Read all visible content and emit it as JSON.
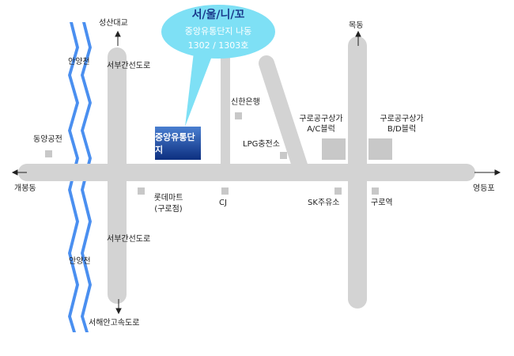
{
  "callout": {
    "title": "서/울/니/꼬",
    "subtitle": "중앙유통단지 나동",
    "units": "1302 / 1303호",
    "fill_color": "#7ee0f5"
  },
  "destination": {
    "label": "중앙유통단지",
    "color": "#1b4fa0"
  },
  "directions": {
    "north_left": "성산대교",
    "north_right": "목동",
    "south_left": "서해안고속도로",
    "west": "개봉동",
    "east": "영등포"
  },
  "roads": {
    "upper": "서부간선도로",
    "lower": "서부간선도로"
  },
  "river": {
    "upper": "안양천",
    "lower": "안양천",
    "color": "#4a8ff0"
  },
  "landmarks": {
    "dongyang": "동양공전",
    "lotte_line1": "롯데마트",
    "lotte_line2": "(구로점)",
    "cj": "CJ",
    "shinhan": "신한은행",
    "lpg": "LPG충전소",
    "sk": "SK주유소",
    "guro_station": "구로역",
    "mall_ac_line1": "구로공구상가",
    "mall_ac_line2": "A/C블럭",
    "mall_bd_line1": "구로공구상가",
    "mall_bd_line2": "B/D블럭"
  },
  "colors": {
    "road": "#d3d3d3",
    "building": "#c8c8c8"
  }
}
